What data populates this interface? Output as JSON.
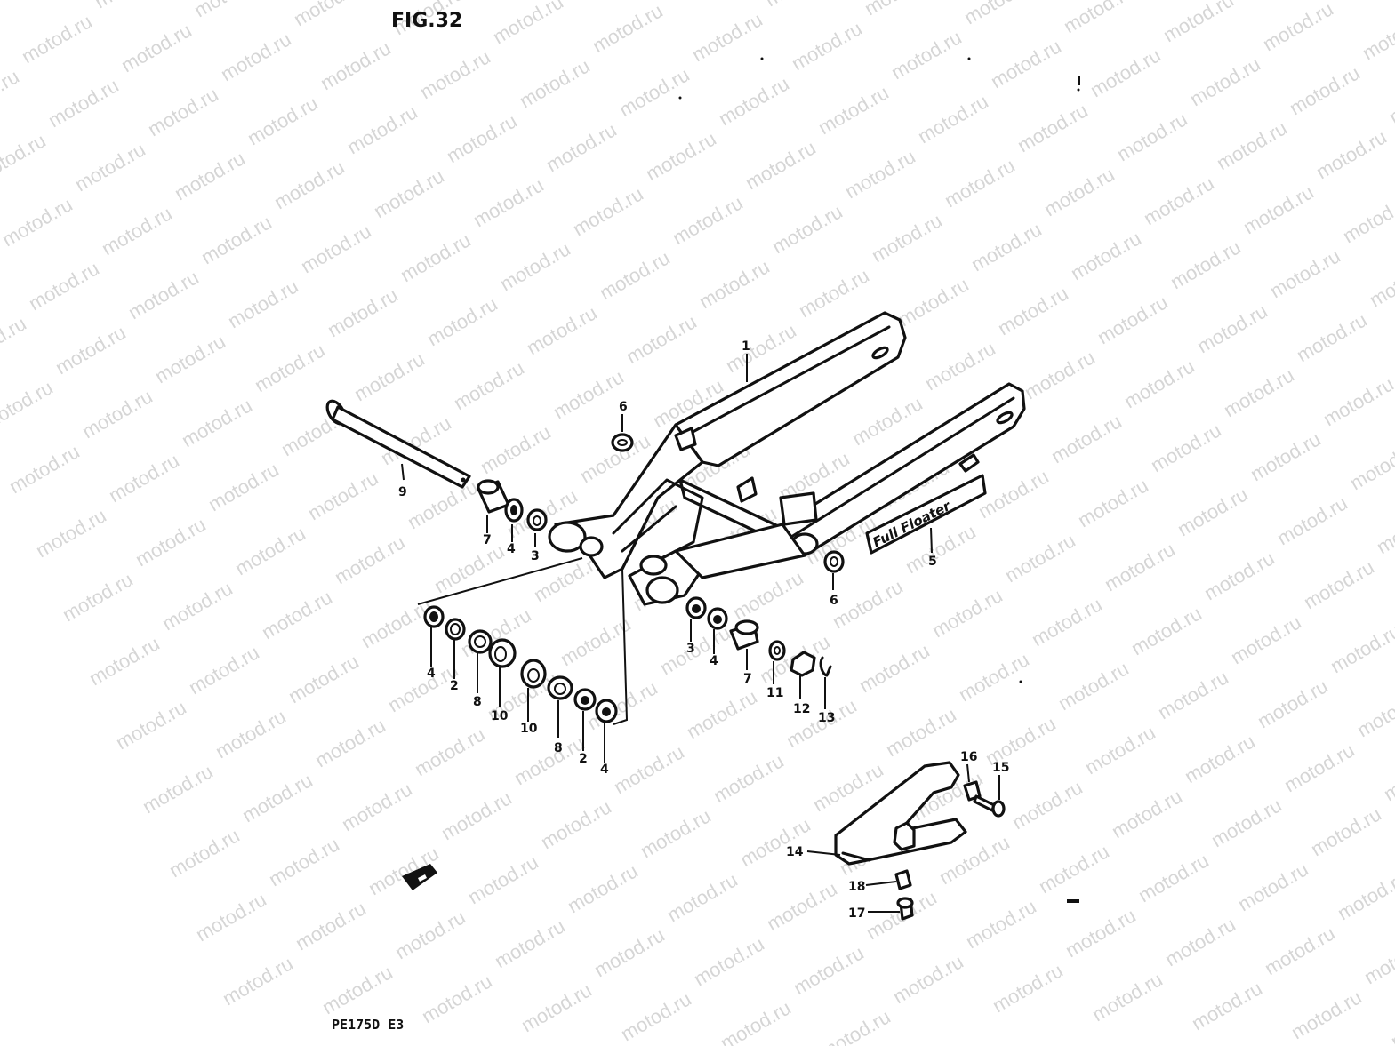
{
  "figure": {
    "title": "FIG.32",
    "model_code": "PE175D E3",
    "watermark": "motod.ru",
    "decal_text": "Full Floater"
  },
  "callouts": [
    "1",
    "2",
    "3",
    "4",
    "5",
    "6",
    "7",
    "8",
    "9",
    "10",
    "11",
    "12",
    "13",
    "14",
    "15",
    "16",
    "17",
    "18"
  ]
}
